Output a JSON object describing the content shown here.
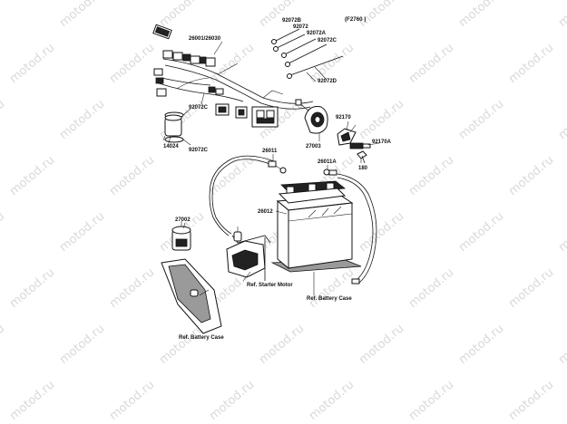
{
  "diagram": {
    "code": "(F2760 )",
    "part_numbers": {
      "p92072B": "92072B",
      "p92072": "92072",
      "p92072A": "92072A",
      "p92072C_top": "92072C",
      "p92072D": "92072D",
      "p26001": "26001/26030",
      "p92072C_left1": "92072C",
      "p92072C_left2": "92072C",
      "p14024": "14024",
      "p27003": "27003",
      "p92170": "92170",
      "p92170A": "92170A",
      "p180": "180",
      "p26011": "26011",
      "p26011A": "26011A",
      "p26012": "26012",
      "p27002": "27002"
    },
    "references": {
      "starter_motor": "Ref. Starter Motor",
      "battery_case_right": "Ref. Battery Case",
      "battery_case_left": "Ref. Battery Case"
    },
    "watermark": "motod.ru"
  }
}
